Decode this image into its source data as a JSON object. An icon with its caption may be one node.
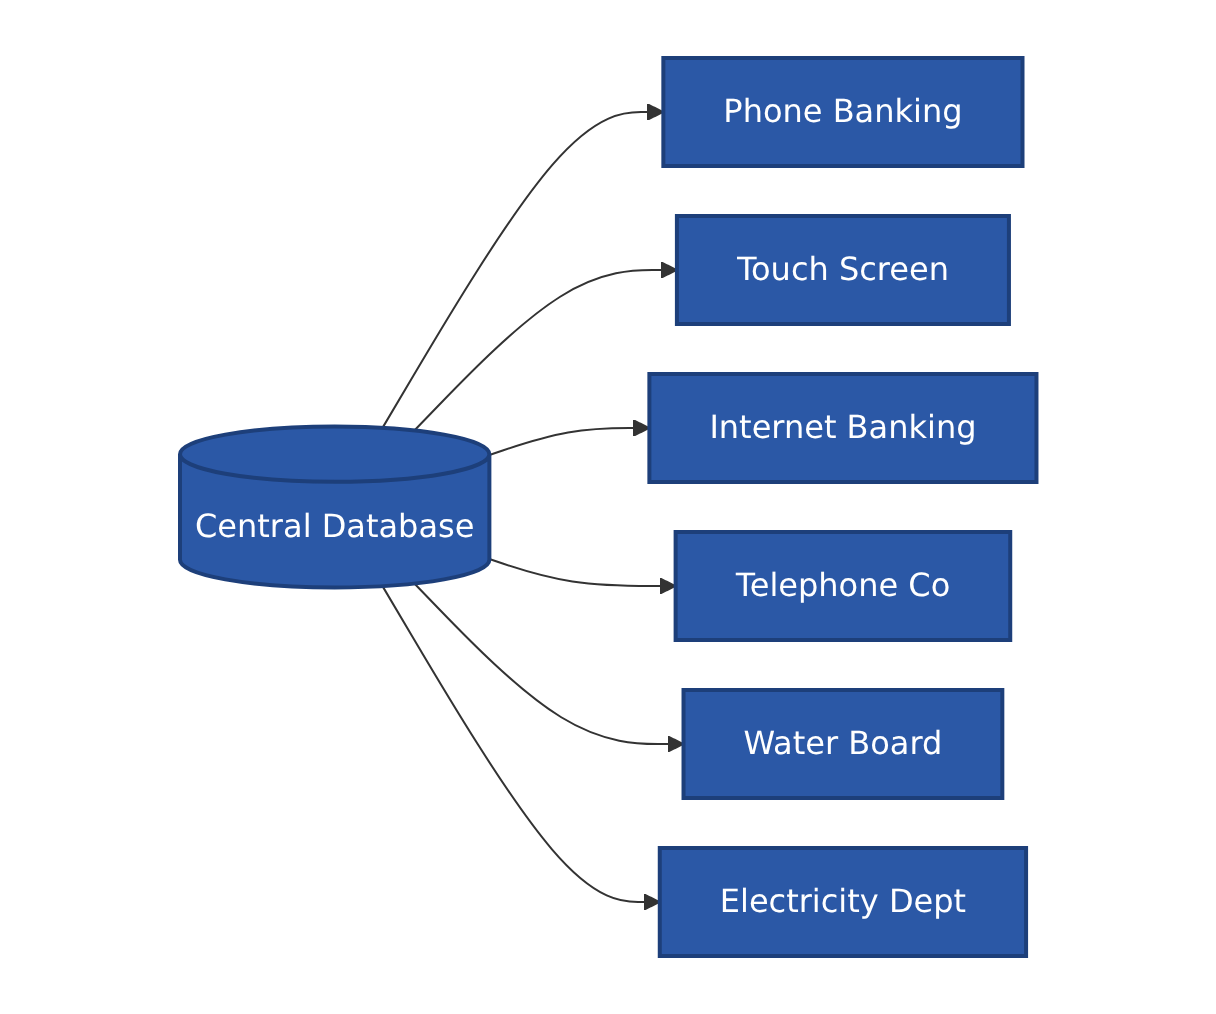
{
  "diagram": {
    "nodes": [
      {
        "text": [
          "Central Database"
        ]
      },
      {
        "text": [
          "Phone Banking"
        ]
      },
      {
        "text": [
          "Touch Screen"
        ]
      },
      {
        "text": [
          "Internet Banking"
        ]
      },
      {
        "text": [
          "Telephone Co"
        ]
      },
      {
        "text": [
          "Water Board"
        ]
      },
      {
        "text": [
          "Electricity Dept"
        ]
      }
    ],
    "edges": [
      {
        "from": 0,
        "to": 1,
        "arrow": "to"
      },
      {
        "from": 0,
        "to": 2,
        "arrow": "to"
      },
      {
        "from": 0,
        "to": 3,
        "arrow": "to"
      },
      {
        "from": 0,
        "to": 4,
        "arrow": "to"
      },
      {
        "from": 0,
        "to": 5,
        "arrow": "to"
      },
      {
        "from": 0,
        "to": 6,
        "arrow": "to"
      }
    ]
  }
}
